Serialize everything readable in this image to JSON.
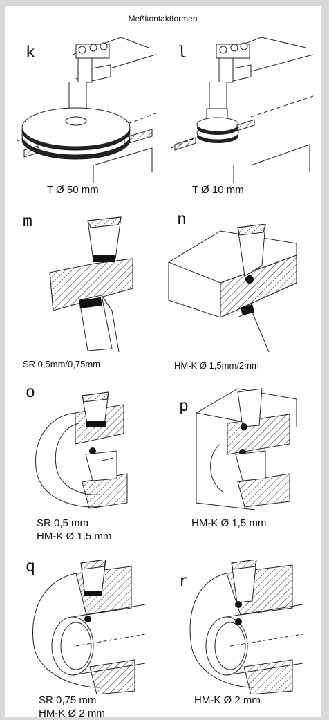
{
  "title": "Meßkontaktformen",
  "figures": [
    {
      "letter": "k",
      "caption": [
        "T Ø 50 mm"
      ]
    },
    {
      "letter": "l",
      "caption": [
        "T Ø 10 mm"
      ]
    },
    {
      "letter": "m",
      "caption": [
        "SR 0,5mm/0,75mm"
      ]
    },
    {
      "letter": "n",
      "caption": [
        "HM-K Ø 1,5mm/2mm"
      ]
    },
    {
      "letter": "o",
      "caption": [
        "SR 0,5 mm",
        "HM-K Ø 1,5 mm"
      ]
    },
    {
      "letter": "p",
      "caption": [
        "HM-K Ø 1,5 mm"
      ]
    },
    {
      "letter": "q",
      "caption": [
        "SR 0,75 mm",
        "HM-K Ø 2 mm"
      ]
    },
    {
      "letter": "r",
      "caption": [
        "HM-K Ø 2 mm"
      ]
    }
  ]
}
